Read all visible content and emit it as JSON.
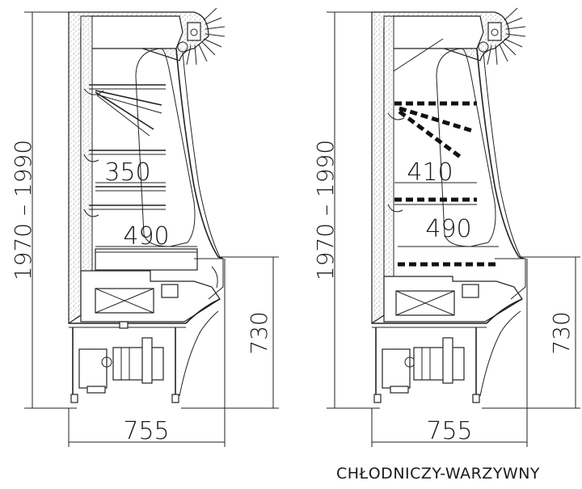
{
  "drawings": [
    {
      "id": "left",
      "height_label": "1970 – 1990",
      "lower_height_label": "730",
      "width_label": "755",
      "shelf_labels": [
        "350",
        "490"
      ]
    },
    {
      "id": "right",
      "height_label": "1970 – 1990",
      "lower_height_label": "730",
      "width_label": "755",
      "shelf_labels": [
        "410",
        "490"
      ]
    }
  ],
  "caption": "CHŁODNICZY-WARZYWNY",
  "colors": {
    "line": "#222222",
    "background": "#ffffff"
  }
}
